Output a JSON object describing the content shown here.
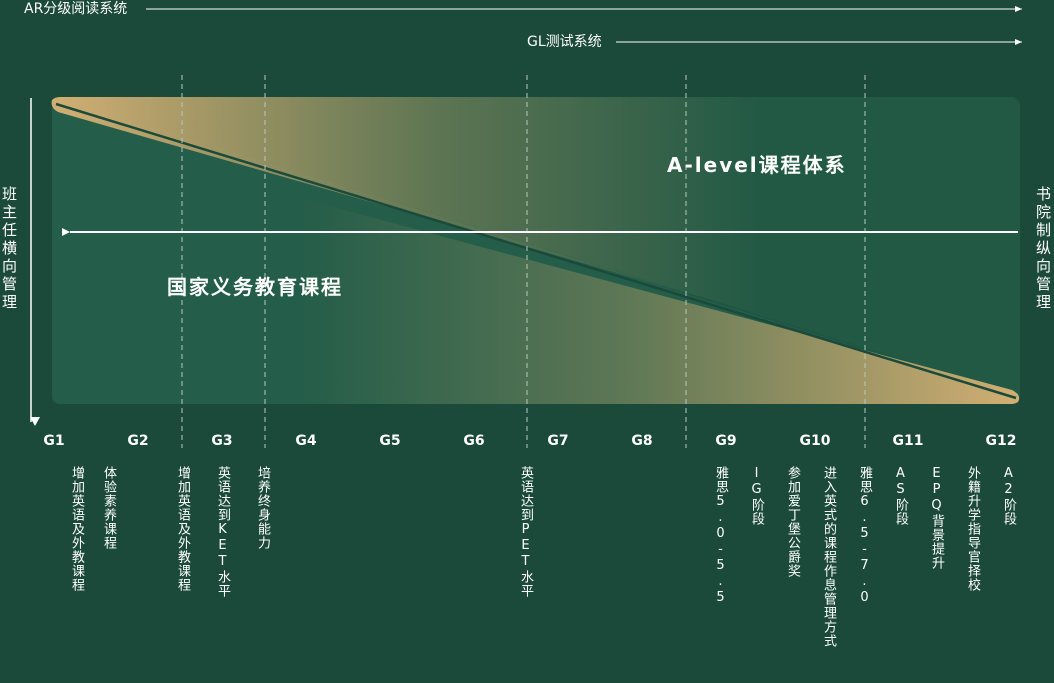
{
  "top_systems": {
    "ar_label": "AR分级阅读系统",
    "gl_label": "GL测试系统"
  },
  "left_axis_label": "班主任横向管理",
  "right_axis_label": "书院制纵向管理",
  "alevel_label": "A-level课程体系",
  "national_label": "国家义务教育课程",
  "grades": [
    "G1",
    "G2",
    "G3",
    "G4",
    "G5",
    "G6",
    "G7",
    "G8",
    "G9",
    "G10",
    "G11",
    "G12"
  ],
  "notes": [
    "增加英语及外教课程",
    "体验素养课程",
    "增加英语及外教课程",
    "英语达到KET水平",
    "培养终身能力",
    "英语达到PET水平",
    "雅思5.0-5.5",
    "IG阶段",
    "参加爱丁堡公爵奖",
    "进入英式的课程作息管理方式",
    "雅思6.5-7.0",
    "AS阶段",
    "EPQ背景提升",
    "外籍升学指导官择校",
    "A2阶段"
  ],
  "colors": {
    "background": "#1b4a3a",
    "band": "#1f5643",
    "gold": "#c9a86c"
  }
}
